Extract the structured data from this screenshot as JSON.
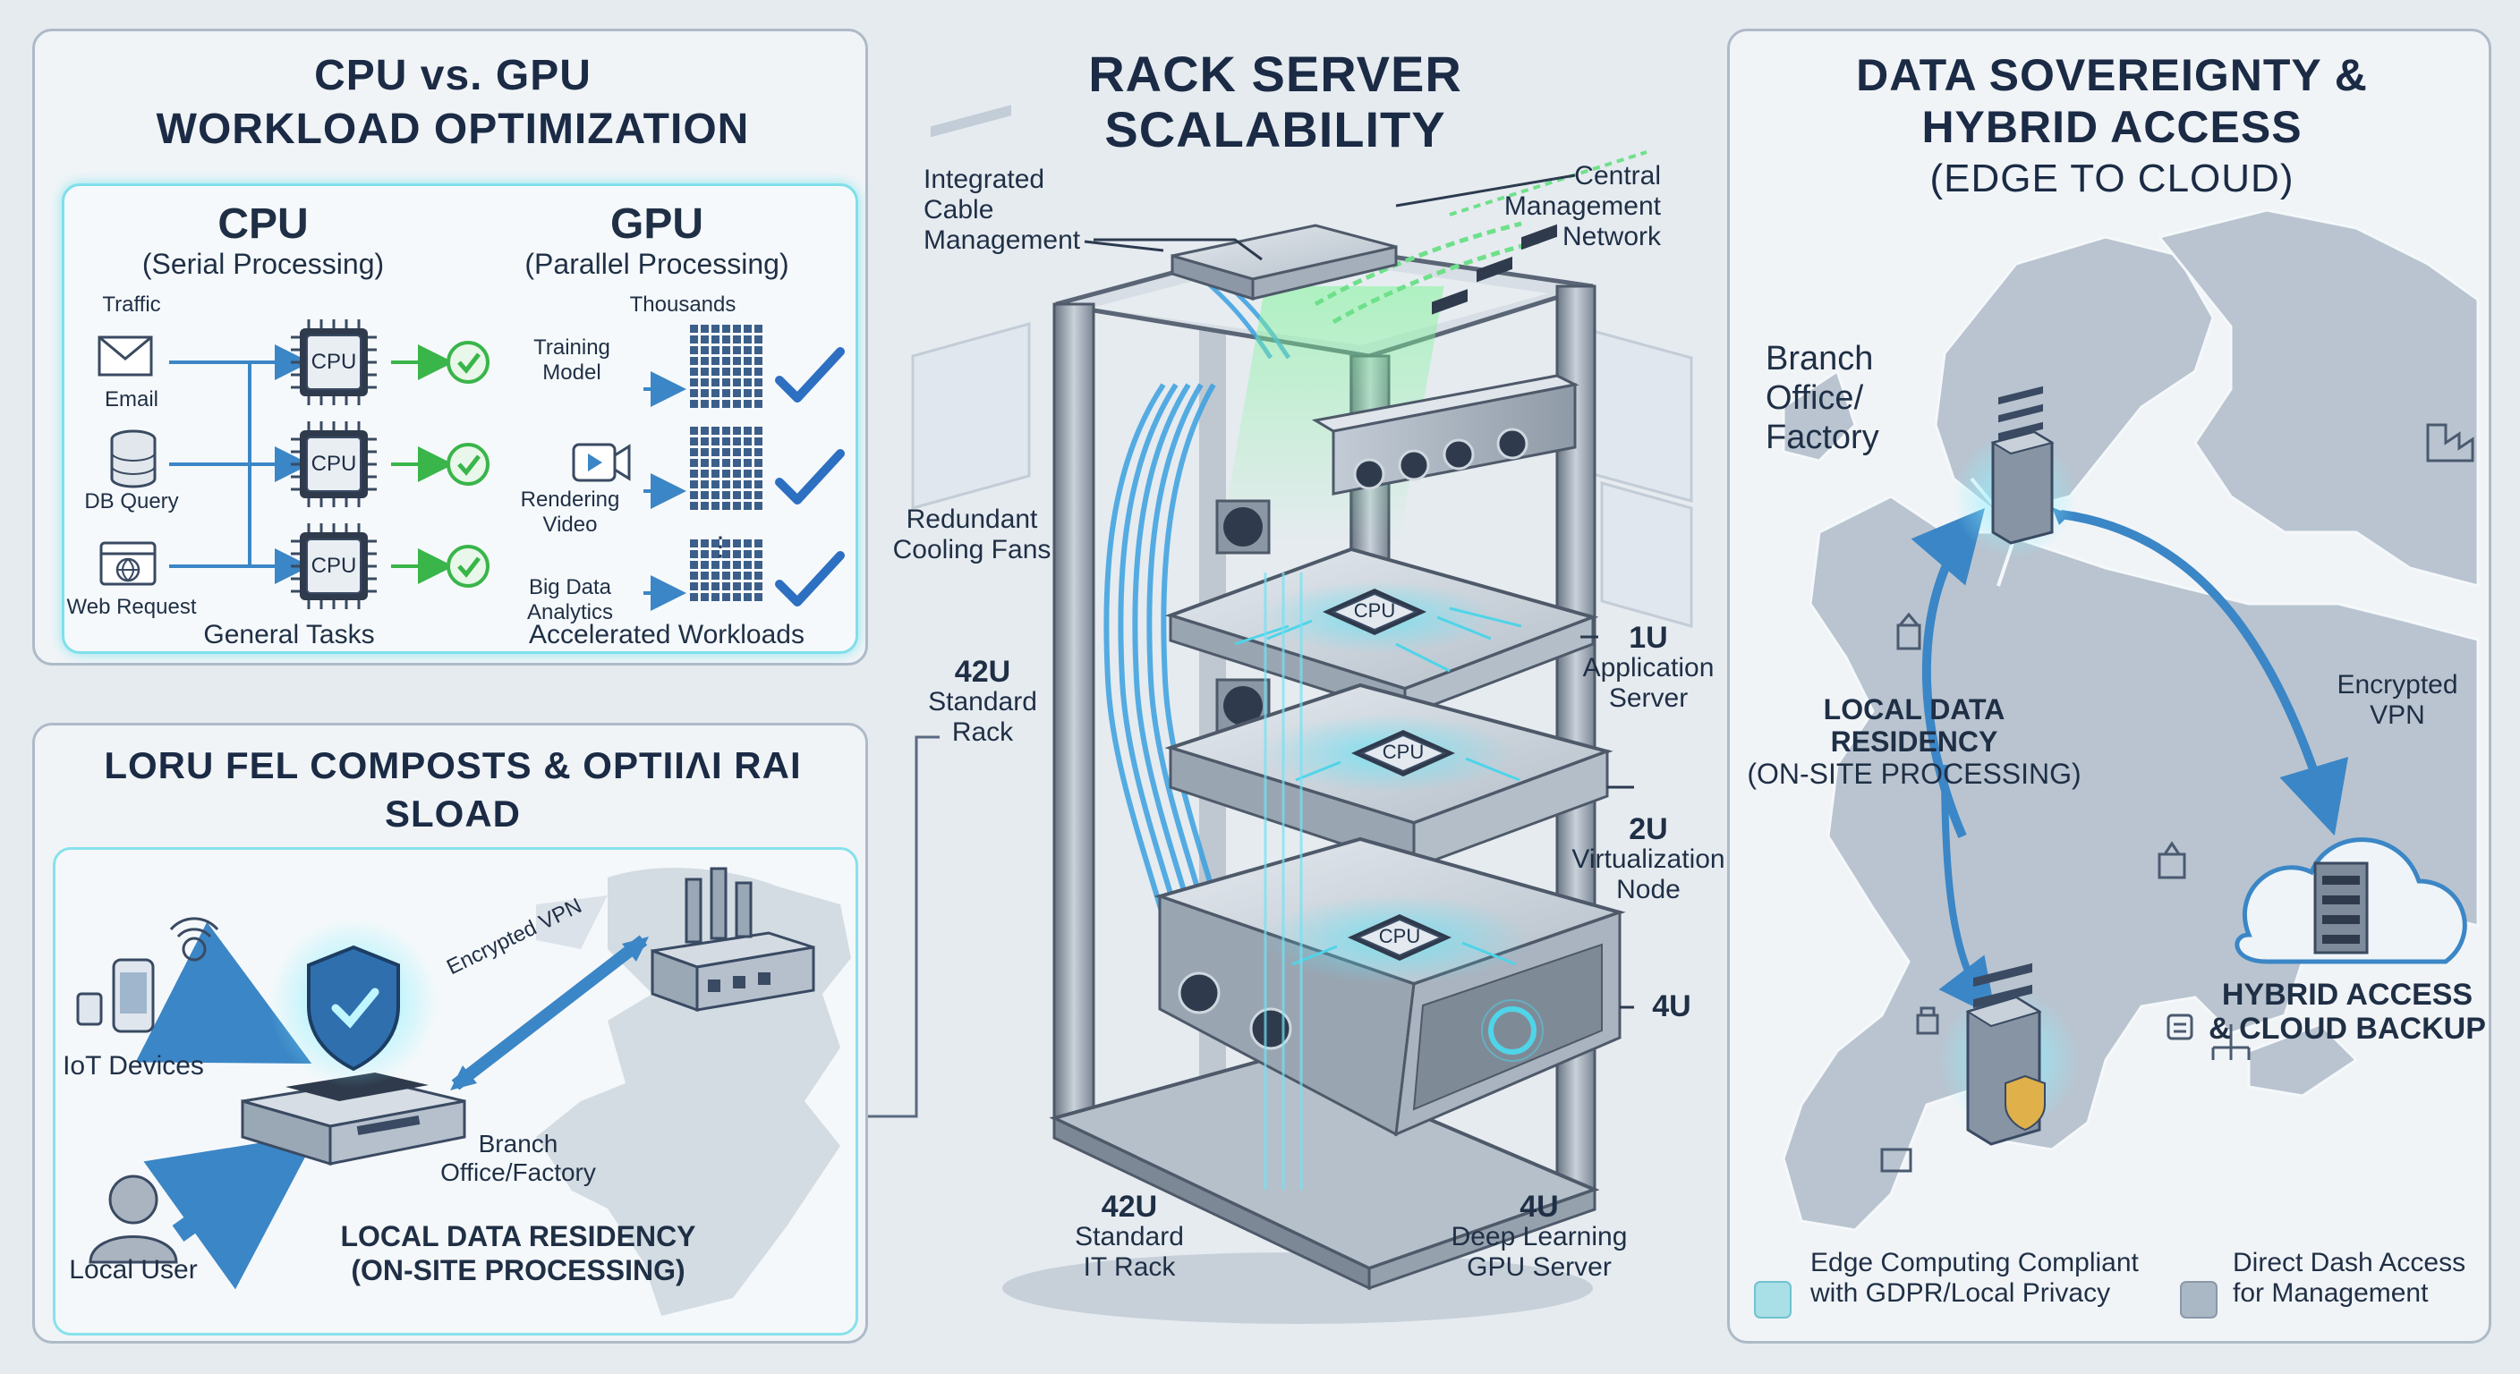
{
  "cpu_gpu": {
    "title_line1": "CPU vs. GPU",
    "title_line2": "WORKLOAD OPTIMIZATION",
    "cpu_heading": "CPU",
    "cpu_sub": "(Serial Processing)",
    "gpu_heading": "GPU",
    "gpu_sub": "(Parallel Processing)",
    "traffic": "Traffic",
    "thousands": "Thousands",
    "tasks": [
      "Email",
      "DB Query",
      "Web Request"
    ],
    "chip_label": "CPU",
    "gpu_tasks": [
      {
        "line1": "Training",
        "line2": "Model"
      },
      {
        "line1": "Rendering",
        "line2": "Video"
      },
      {
        "line1": "Big Data",
        "line2": "Analytics"
      }
    ],
    "general_tasks": "General Tasks",
    "accelerated": "Accelerated Workloads"
  },
  "edge": {
    "title_line1": "LORU FEL COMPOSTS & OPTIIɅI RAI SLOAD",
    "title_line2": "1ı RESIT (EDGE TıOMOUTE)",
    "iot": "IoT Devices",
    "local_user": "Local User",
    "encrypted_vpn": "Encrypted VPN",
    "branch_line1": "Branch",
    "branch_line2": "Office/Factory",
    "residency_line1": "LOCAL DATA RESIDENCY",
    "residency_line2": "(ON-SITE PROCESSING)"
  },
  "rack": {
    "title_line1": "RACK SERVER",
    "title_line2": "SCALABILITY",
    "cable_mgmt": [
      "Integrated",
      "Cable",
      "Management"
    ],
    "mgmt_network": [
      "Central",
      "Management",
      "Network"
    ],
    "fans": [
      "Redundant",
      "Cooling Fans"
    ],
    "rack_side": [
      "42U",
      "Standard",
      "Rack"
    ],
    "app_server": [
      "1U",
      "Application",
      "Server"
    ],
    "virt_node": [
      "2U",
      "Virtualization",
      "Node"
    ],
    "gpu_unit": "4U",
    "rack_bottom": [
      "42U",
      "Standard",
      "IT Rack"
    ],
    "gpu_bottom": [
      "4U",
      "Deep Learning",
      "GPU Server"
    ],
    "chip_label": "CPU"
  },
  "sovereignty": {
    "title_line1": "DATA SOVEREIGNTY &",
    "title_line2": "HYBRID ACCESS",
    "title_line3": "(EDGE TO CLOUD)",
    "branch": [
      "Branch",
      "Office/",
      "Factory"
    ],
    "residency": [
      "LOCAL DATA",
      "RESIDENCY",
      "(ON-SITE PROCESSING)"
    ],
    "vpn": [
      "Encrypted",
      "VPN"
    ],
    "hybrid": [
      "HYBRID ACCESS",
      "& CLOUD BACKUP"
    ],
    "legend": [
      {
        "line1": "Edge Computing Compliant",
        "line2": "with GDPR/Local Privacy",
        "color": "#a9dfe6"
      },
      {
        "line1": "Direct Dash Access",
        "line2": "for Management",
        "color": "#aab7c5"
      }
    ]
  },
  "colors": {
    "accent_blue": "#3b86c6",
    "check_green": "#39b54a",
    "glow_green": "#6fe08a",
    "cyan_glow": "#4fd4e8",
    "map_land": "#b9c4d0"
  }
}
